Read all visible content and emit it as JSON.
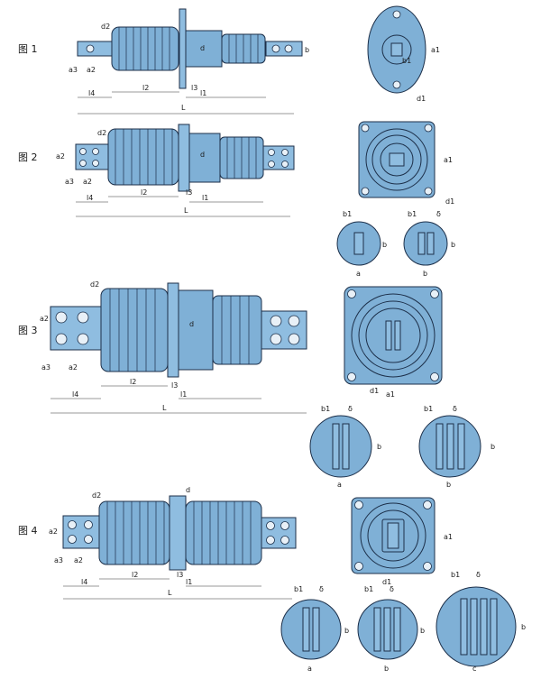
{
  "figures": [
    {
      "label": "图 1"
    },
    {
      "label": "图 2"
    },
    {
      "label": "图 3"
    },
    {
      "label": "图 4"
    }
  ],
  "dims": {
    "L": "L",
    "l1": "l1",
    "l2": "l2",
    "l3": "l3",
    "l4": "l4",
    "d": "d",
    "d1": "d1",
    "d2": "d2",
    "a1": "a1",
    "a2": "a2",
    "a3": "a3",
    "b": "b",
    "b1": "b1",
    "delta": "δ"
  },
  "variants": {
    "a": "a",
    "b": "b",
    "c": "c"
  },
  "colors": {
    "body": "#7fb0d6",
    "terminal": "#8fbde0",
    "outline": "#1c2f49",
    "background": "#ffffff"
  }
}
